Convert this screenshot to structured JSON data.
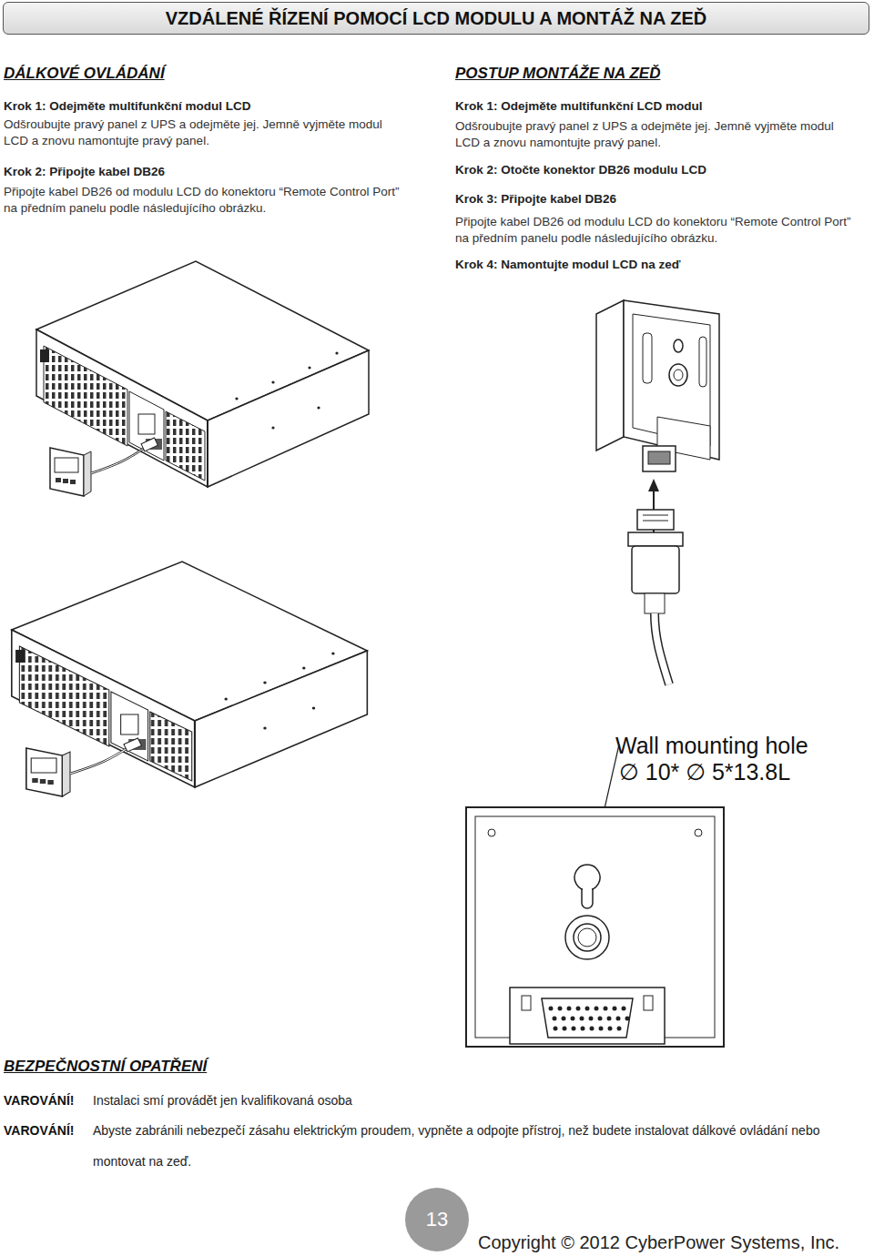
{
  "diagram": {
    "title": "VZDÁLENÉ ŘÍZENÍ POMOCÍ LCD MODULU A MONTÁŽ NA ZEĎ",
    "nodes": [
      {
        "text": [
          "13"
        ]
      }
    ],
    "labels": [
      "DÁLKOVÉ OVLÁDÁNÍ",
      "Krok 1: Odejměte multifunkční modul LCD",
      "Odšroubujte pravý panel z UPS a odejměte jej. Jemně vyjměte modul LCD a znovu namontujte pravý panel.",
      "Krok 2: Připojte kabel DB26",
      "Připojte kabel DB26 od modulu LCD do konektoru “Remote Control Port” na předním panelu podle následujícího obrázku.",
      "POSTUP MONTÁŽE NA ZEĎ",
      "Krok 1: Odejměte multifunkční LCD modul",
      "Odšroubujte pravý panel z UPS a odejměte jej. Jemně vyjměte modul LCD a znovu namontujte pravý panel.",
      "Krok 2: Otočte konektor DB26 modulu LCD",
      "Krok 3: Připojte kabel DB26",
      "Připojte kabel DB26 od modulu LCD do konektoru “Remote Control Port” na předním panelu podle následujícího obrázku.",
      "Krok 4: Namontujte modul LCD na zeď",
      "Wall mounting hole",
      "∅ 10* ∅ 5*13.8L",
      "BEZPEČNOSTNÍ OPATŘENÍ",
      "VAROVÁNÍ!",
      "Instalaci smí provádět jen kvalifikovaná osoba",
      "VAROVÁNÍ!",
      "Abyste zabránili nebezpečí zásahu elektrickým proudem, vypněte a odpojte přístroj, než budete instalovat dálkové ovládání nebo montovat na zeď.",
      "Copyright © 2012 CyberPower Systems, Inc."
    ]
  }
}
